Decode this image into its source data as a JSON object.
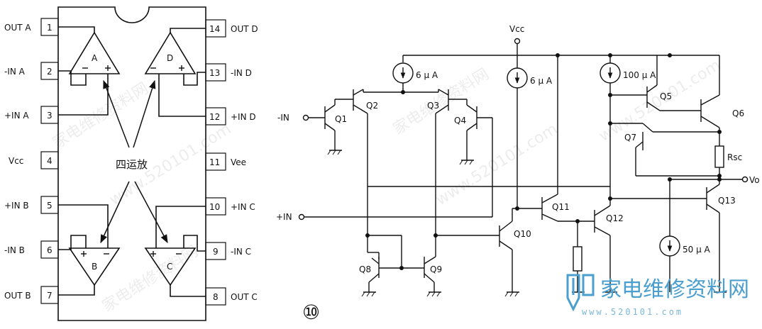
{
  "chip": {
    "center_label": "四运放",
    "opamps": [
      "A",
      "D",
      "B",
      "C"
    ],
    "left_pins": [
      {
        "num": "1",
        "label": "OUT A"
      },
      {
        "num": "2",
        "label": "-IN A"
      },
      {
        "num": "3",
        "label": "+IN A"
      },
      {
        "num": "4",
        "label": "Vcc"
      },
      {
        "num": "5",
        "label": "+IN B"
      },
      {
        "num": "6",
        "label": "-IN B"
      },
      {
        "num": "7",
        "label": "OUT B"
      }
    ],
    "right_pins": [
      {
        "num": "14",
        "label": "OUT D"
      },
      {
        "num": "13",
        "label": "-IN D"
      },
      {
        "num": "12",
        "label": "+IN D"
      },
      {
        "num": "11",
        "label": "Vee"
      },
      {
        "num": "10",
        "label": "+IN C"
      },
      {
        "num": "9",
        "label": "-IN C"
      },
      {
        "num": "8",
        "label": "OUT C"
      }
    ]
  },
  "schematic": {
    "vcc": "Vcc",
    "minus_in": "-IN",
    "plus_in": "+IN",
    "output": "Vo",
    "rsc": "Rsc",
    "currents": {
      "s1": "6 μ A",
      "s2": "6 μ A",
      "s3": "100 μ A",
      "s4": "50 μ A"
    },
    "transistors": {
      "q1": "Q1",
      "q2": "Q2",
      "q3": "Q3",
      "q4": "Q4",
      "q5": "Q5",
      "q6": "Q6",
      "q7": "Q7",
      "q8": "Q8",
      "q9": "Q9",
      "q10": "Q10",
      "q11": "Q11",
      "q12": "Q12",
      "q13": "Q13"
    },
    "figure_number": "⑩"
  },
  "watermark": {
    "text": "家电维修资料网",
    "url": "www.520101.com",
    "logo_cn": "家电维修资料网",
    "logo_url": "www.520101.com"
  }
}
